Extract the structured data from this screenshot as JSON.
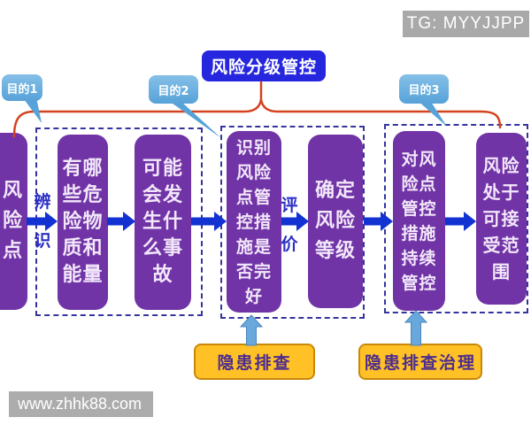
{
  "top": {
    "tg_badge": "TG: MYYJJPP",
    "title": "风险分级管控"
  },
  "callouts": [
    {
      "label": "目的1"
    },
    {
      "label": "目的2"
    },
    {
      "label": "目的3"
    }
  ],
  "flow_boxes": [
    {
      "name": "risk-point",
      "text": "风\n险\n点"
    },
    {
      "name": "hazard-substances-energy",
      "text": "有哪\n些危\n险物\n质和\n能量"
    },
    {
      "name": "possible-accidents",
      "text": "可能\n会发\n生什\n么事\n故"
    },
    {
      "name": "identify-control-measures-intact",
      "text": "识别\n风险\n点管\n控措\n施是\n否完\n好"
    },
    {
      "name": "determine-risk-level",
      "text": "确定\n风险\n等级"
    },
    {
      "name": "continuous-control-of-measures",
      "text": "对风\n险点\n管控\n措施\n持续\n管控"
    },
    {
      "name": "risk-acceptable-range",
      "text": "风险\n处于\n可接\n受范\n围"
    }
  ],
  "edge_labels": [
    {
      "label": "辨\n识"
    },
    {
      "label": "评\n价"
    }
  ],
  "bottom_boxes": [
    {
      "label": "隐患排查"
    },
    {
      "label": "隐患排查治理"
    }
  ],
  "site_watermark": "www.zhhk88.com",
  "colors": {
    "purple_box": "#7134a6",
    "title_blue": "#2626de",
    "arrow_blue": "#1232d2",
    "callout_blue": "#57a2d8",
    "up_arrow_blue": "#68a8dc",
    "red_line": "#d2431f",
    "orange_box": "#ffc125",
    "orange_box_text": "#4c2c8f",
    "dashed_border": "#34349e",
    "badge_gray": "#a9a9a9"
  }
}
